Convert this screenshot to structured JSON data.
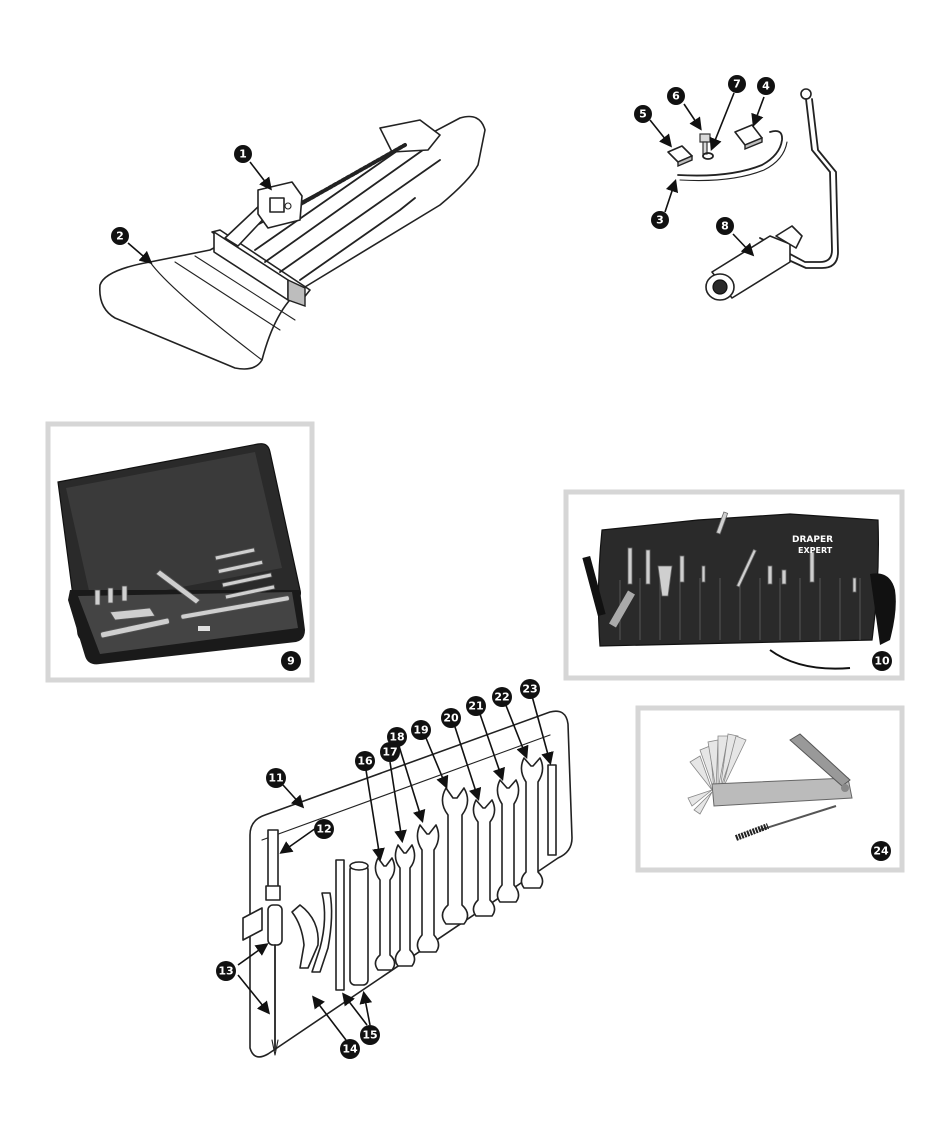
{
  "callouts": [
    "1",
    "2",
    "3",
    "4",
    "5",
    "6",
    "7",
    "8",
    "9",
    "10",
    "11",
    "12",
    "13",
    "14",
    "15",
    "16",
    "17",
    "18",
    "19",
    "20",
    "21",
    "22",
    "23",
    "24"
  ],
  "tool_roll_brand": [
    "DRAPER",
    "EXPERT"
  ],
  "colors": {
    "ink": "#222222",
    "badge": "#111111",
    "frame": "#d6d6d6",
    "roll": "#2a2a2a"
  }
}
